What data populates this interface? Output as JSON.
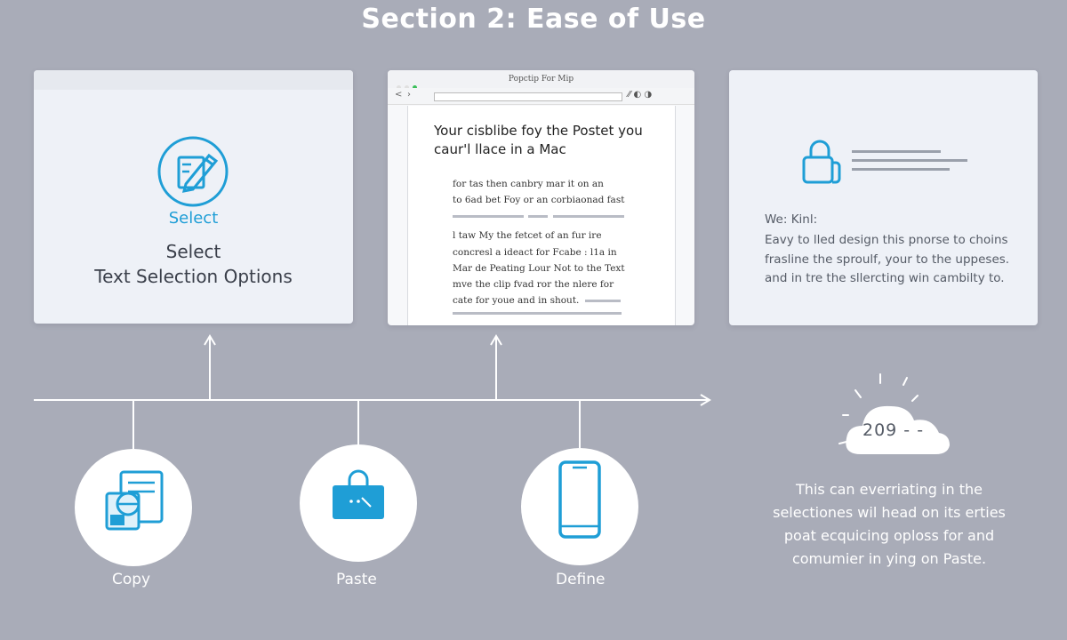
{
  "title": "Section 2: Ease of Use",
  "cards": {
    "select": {
      "icon_caption": "Select",
      "title_lines": [
        "Select",
        "Text Selection Options"
      ]
    },
    "browser": {
      "window_title": "Popctip For Mip",
      "nav_left": "<",
      "nav_right": "›",
      "tools": "⁄⁄  ◐  ◑",
      "heading": "Your cisblibe foy the Postet you caur'l llace in a Mac",
      "lines": [
        "for tas then canbry mar it on an",
        "to 6ad bet Foy or an corbiaonad fast",
        "l taw My the fetcet of an fur ire",
        "concresl a ideact for Fcabe : l1a in",
        "Mar de Peating Lour Not to the Text",
        "mve the clip fvad ror the nlere for",
        "cate for youe and in shout."
      ]
    },
    "lock": {
      "lines": [
        "We: Kinl:",
        "Eavy to lled design this pnorse to choins",
        "frasline the sproulf, your to the uppeses.",
        "and in tre the sllercting win cambilty to."
      ]
    }
  },
  "actions": [
    {
      "label": "Copy",
      "icon": "copy-document-icon"
    },
    {
      "label": "Paste",
      "icon": "paste-clipboard-icon"
    },
    {
      "label": "Define",
      "icon": "phone-icon"
    }
  ],
  "cloud": {
    "value": "209 - -",
    "icon": "cloud-icon"
  },
  "paragraph": [
    "This can everriating in the",
    "selectiones wil head on its erties",
    "poat ecquicing oploss for and",
    "comumier in ying on Paste."
  ],
  "colors": {
    "background": "#a9acb8",
    "accent": "#1f9ed6",
    "card": "#eef1f7"
  }
}
